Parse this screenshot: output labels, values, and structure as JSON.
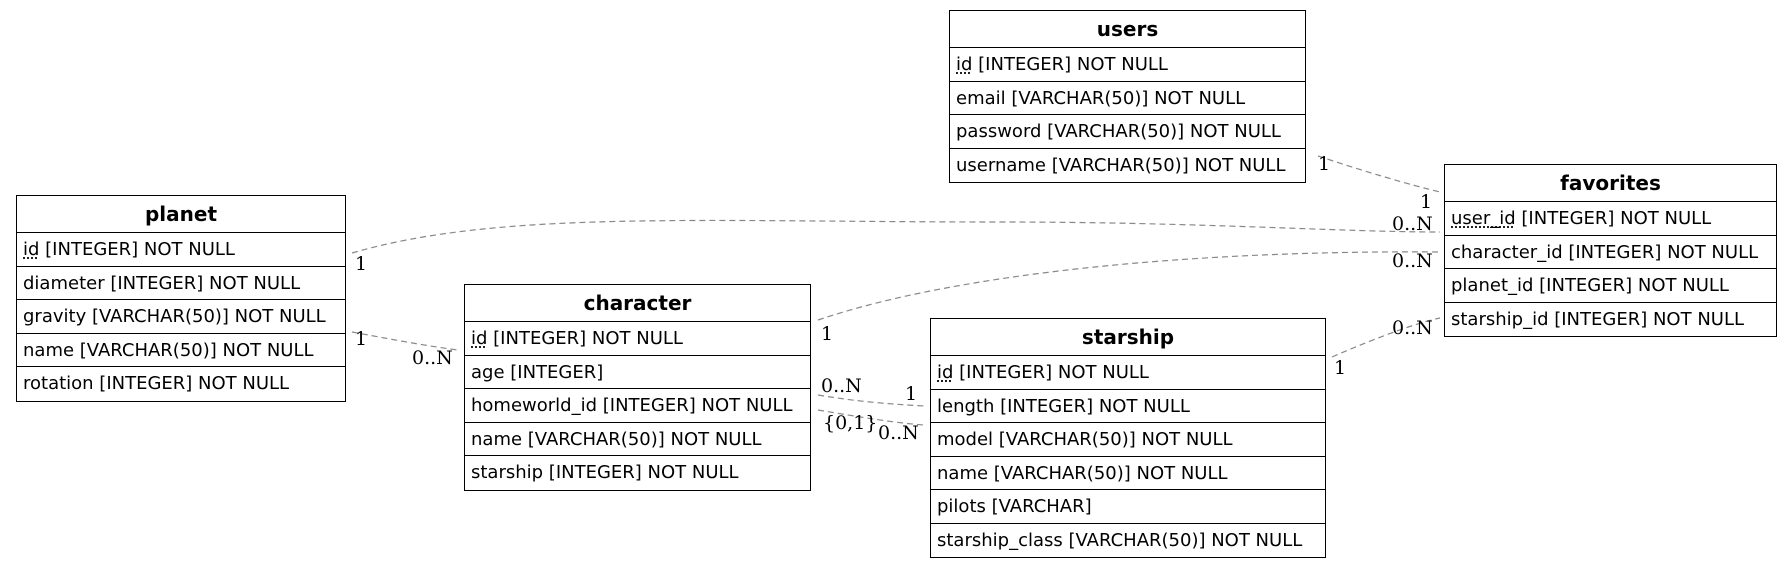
{
  "tables": {
    "users": {
      "title": "users",
      "columns": [
        {
          "pk": "id",
          "rest": " [INTEGER] NOT NULL"
        },
        {
          "pk": "",
          "rest": "email [VARCHAR(50)] NOT NULL"
        },
        {
          "pk": "",
          "rest": "password [VARCHAR(50)] NOT NULL"
        },
        {
          "pk": "",
          "rest": "username [VARCHAR(50)] NOT NULL"
        }
      ]
    },
    "favorites": {
      "title": "favorites",
      "columns": [
        {
          "pk": "user_id",
          "rest": " [INTEGER] NOT NULL"
        },
        {
          "pk": "",
          "rest": "character_id [INTEGER] NOT NULL"
        },
        {
          "pk": "",
          "rest": "planet_id [INTEGER] NOT NULL"
        },
        {
          "pk": "",
          "rest": "starship_id [INTEGER] NOT NULL"
        }
      ]
    },
    "planet": {
      "title": "planet",
      "columns": [
        {
          "pk": "id",
          "rest": " [INTEGER] NOT NULL"
        },
        {
          "pk": "",
          "rest": "diameter [INTEGER] NOT NULL"
        },
        {
          "pk": "",
          "rest": "gravity [VARCHAR(50)] NOT NULL"
        },
        {
          "pk": "",
          "rest": "name [VARCHAR(50)] NOT NULL"
        },
        {
          "pk": "",
          "rest": "rotation [INTEGER] NOT NULL"
        }
      ]
    },
    "character": {
      "title": "character",
      "columns": [
        {
          "pk": "id",
          "rest": " [INTEGER] NOT NULL"
        },
        {
          "pk": "",
          "rest": "age [INTEGER]"
        },
        {
          "pk": "",
          "rest": "homeworld_id [INTEGER] NOT NULL"
        },
        {
          "pk": "",
          "rest": "name [VARCHAR(50)] NOT NULL"
        },
        {
          "pk": "",
          "rest": "starship [INTEGER] NOT NULL"
        }
      ]
    },
    "starship": {
      "title": "starship",
      "columns": [
        {
          "pk": "id",
          "rest": " [INTEGER] NOT NULL"
        },
        {
          "pk": "",
          "rest": "length [INTEGER] NOT NULL"
        },
        {
          "pk": "",
          "rest": "model [VARCHAR(50)] NOT NULL"
        },
        {
          "pk": "",
          "rest": "name [VARCHAR(50)] NOT NULL"
        },
        {
          "pk": "",
          "rest": "pilots [VARCHAR]"
        },
        {
          "pk": "",
          "rest": "starship_class [VARCHAR(50)] NOT NULL"
        }
      ]
    }
  },
  "relationships": [
    {
      "from": "users",
      "to": "favorites",
      "from_card": "1",
      "to_card": "1"
    },
    {
      "from": "planet",
      "to": "favorites",
      "from_card": "1",
      "to_card": "0..N"
    },
    {
      "from": "character",
      "to": "favorites",
      "from_card": "1",
      "to_card": "0..N"
    },
    {
      "from": "starship",
      "to": "favorites",
      "from_card": "1",
      "to_card": "0..N"
    },
    {
      "from": "planet",
      "to": "character",
      "from_card": "1",
      "to_card": "0..N"
    },
    {
      "from": "character",
      "to": "starship",
      "from_card": "0..N",
      "to_card": "1"
    },
    {
      "from": "character",
      "to": "starship",
      "from_card": "{0,1}",
      "to_card": "0..N"
    }
  ],
  "colors": {
    "line": "#888888",
    "border": "#000000",
    "background": "#ffffff"
  }
}
